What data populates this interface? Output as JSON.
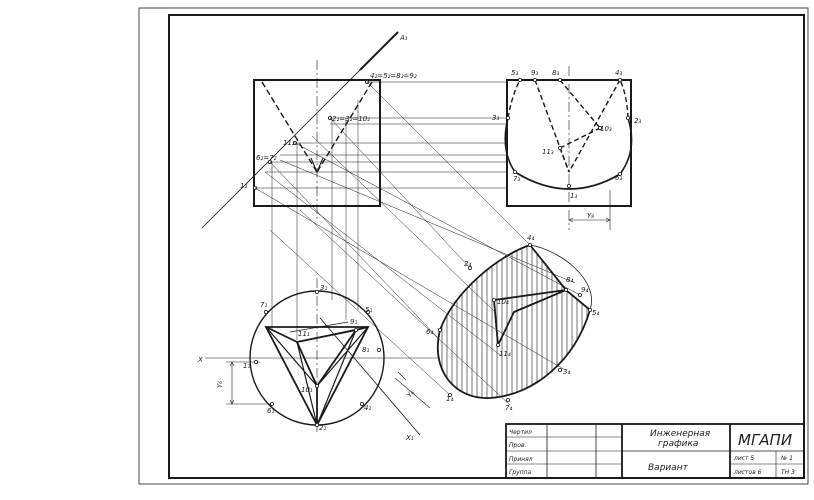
{
  "colors": {
    "ink": "#1a1a1a",
    "paper": "#ffffff"
  },
  "axis_labels": {
    "x": "X",
    "x1": "X₁",
    "y6_left": "Y₆",
    "y6_diag": "Y₆",
    "y8_top": "Y₈",
    "a1": "A₁"
  },
  "front_view_labels": {
    "p4": "4₂=5₂=8₂=9₂",
    "p2": "2₂=3₂=10₂",
    "p11": "11₂",
    "p6": "6₂=7₂",
    "p1": "1₂"
  },
  "side_view_labels": {
    "p5": "5₃",
    "p9": "9₃",
    "p8": "8₃",
    "p4": "4₃",
    "p3": "3₃",
    "p10": "10₃",
    "p2": "2₃",
    "p11": "11₃",
    "p7": "7₃",
    "p6": "6₃",
    "p1": "1₃"
  },
  "plan_view_labels": {
    "p7": "7₁",
    "p3": "3₁",
    "p5": "5₁",
    "p11": "11₁",
    "p9": "9₁",
    "p1": "1₁",
    "p8": "8₁",
    "p10": "10₁",
    "p6": "6₁",
    "p4": "4₁",
    "p2": "2₁"
  },
  "section_labels": {
    "p4": "4₄",
    "p2": "2₄",
    "p8": "8₄",
    "p9": "9₄",
    "p10": "10₄",
    "p5": "5₄",
    "p6": "6₄",
    "p11": "11₄",
    "p3": "3₄",
    "p1": "1₄",
    "p7": "7₄"
  },
  "title_block": {
    "row1": "Чертил",
    "row2": "Пров.",
    "row3": "Принял",
    "row4": "Группа",
    "subject_line1": "Инженерная",
    "subject_line2": "графика",
    "variant": "Вариант",
    "institution": "МГАПИ",
    "sheet_type": "лист 5",
    "sheet_no": "№ 1",
    "sheets_total": "листов 6",
    "task_no": "ТН 3"
  }
}
